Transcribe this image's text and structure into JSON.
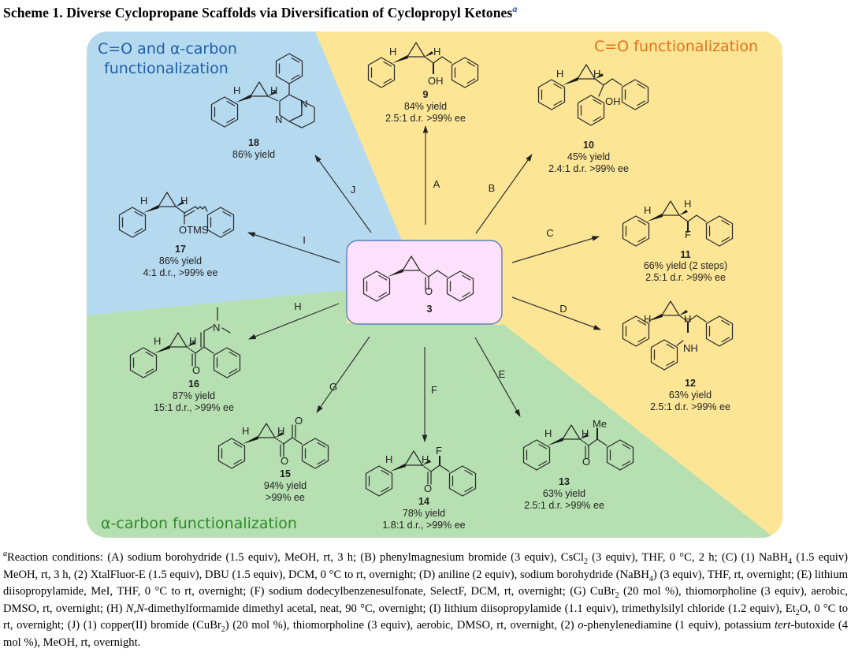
{
  "title": {
    "text": "Scheme 1. Diverse Cyclopropane Scaffolds via Diversification of Cyclopropyl Ketones",
    "footnote_marker": "a"
  },
  "regions": {
    "co_alpha": {
      "line1": "C=O and α-carbon",
      "line2": "functionalization",
      "color": "#b5d9ef",
      "text_color": "#1f5fa8"
    },
    "co": {
      "label": "C=O functionalization",
      "color": "#fde596",
      "text_color": "#e8701c"
    },
    "alpha": {
      "label": "α-carbon functionalization",
      "color": "#b6e0b1",
      "text_color": "#2e8a2a"
    },
    "center_box_color": "#fde0fb"
  },
  "atoms": {
    "H": "H",
    "OH": "OH",
    "F": "F",
    "NH": "NH",
    "N": "N",
    "O": "O",
    "Me": "Me",
    "OTMS": "OTMS"
  },
  "starting_material": {
    "id": "3"
  },
  "compounds": [
    {
      "id": "9",
      "yield": "84% yield",
      "selectivity": "2.5:1 d.r. >99% ee"
    },
    {
      "id": "10",
      "yield": "45% yield",
      "selectivity": "2.4:1 d.r. >99% ee"
    },
    {
      "id": "11",
      "yield": "66% yield (2 steps)",
      "selectivity": "2.5:1 d.r. >99% ee"
    },
    {
      "id": "12",
      "yield": "63% yield",
      "selectivity": "2.5:1 d.r. >99% ee"
    },
    {
      "id": "13",
      "yield": "63% yield",
      "selectivity": "2.5:1 d.r. >99% ee"
    },
    {
      "id": "14",
      "yield": "78% yield",
      "selectivity": "1.8:1 d.r., >99% ee"
    },
    {
      "id": "15",
      "yield": "94% yield",
      "selectivity": ">99% ee"
    },
    {
      "id": "16",
      "yield": "87% yield",
      "selectivity": "15:1 d.r., >99% ee"
    },
    {
      "id": "17",
      "yield": "86% yield",
      "selectivity": "4:1 d.r., >99% ee"
    },
    {
      "id": "18",
      "yield": "86% yield",
      "selectivity": ""
    }
  ],
  "arrows": [
    "A",
    "B",
    "C",
    "D",
    "E",
    "F",
    "G",
    "H",
    "I",
    "J"
  ],
  "footnote": {
    "marker": "a",
    "segments": [
      "Reaction conditions: (A) sodium borohydride (1.5 equiv), MeOH, rt, 3 h; (B) phenylmagnesium bromide (3 equiv), CsCl",
      "2",
      " (3 equiv), THF, 0 °C, 2 h; (C) (1) NaBH",
      "4",
      " (1.5 equiv) MeOH, rt, 3 h, (2) XtalFluor-E (1.5 equiv), DBU (1.5 equiv), DCM, 0 °C to rt, overnight; (D) aniline (2 equiv), sodium borohydride (NaBH",
      "4",
      ") (3 equiv), THF, rt, overnight; (E) lithium diisopropylamide, MeI, THF, 0 °C to rt, overnight; (F) sodium dodecylbenzenesulfonate, SelectF, DCM, rt, overnight; (G) CuBr",
      "2",
      " (20 mol %), thiomorpholine (3 equiv), aerobic, DMSO, rt, overnight; (H) ",
      "N,N",
      "-dimethylformamide dimethyl acetal, neat, 90 °C, overnight; (I) lithium diisopropylamide (1.1 equiv), trimethylsilyl chloride (1.2 equiv), Et",
      "2",
      "O, 0 °C to rt, overnight; (J) (1) copper(II) bromide (CuBr",
      "2",
      ") (20 mol %), thiomorpholine (3 equiv), aerobic, DMSO, rt, overnight, (2) ",
      "o",
      "-phenylenediamine (1 equiv), potassium ",
      "tert",
      "-butoxide (4 mol %), MeOH, rt, overnight."
    ]
  }
}
